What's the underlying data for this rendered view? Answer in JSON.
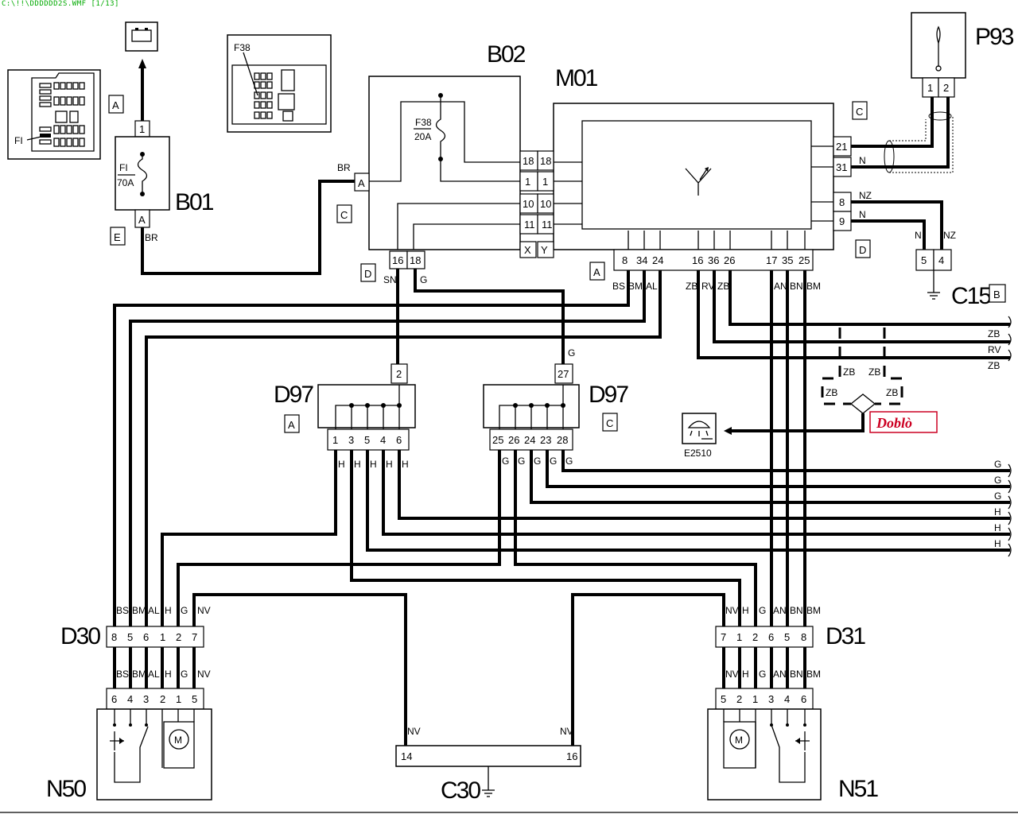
{
  "header": {
    "title": "C:\\!!\\DDDDDD2S.WMF [1/13]"
  },
  "colors": {
    "header_green": "#00aa00",
    "dobro_red": "#cc0022",
    "line": "#000000"
  },
  "icons": [
    "battery-icon",
    "horn-icon",
    "antenna-icon",
    "motor-icon",
    "switch-icon",
    "lamp-icon",
    "ground-icon",
    "fusebox-icon"
  ],
  "components": {
    "b01": {
      "code": "B01",
      "fuse_name": "FI",
      "fuse_rating": "70A",
      "pin_top": "1",
      "pin_bottom": "A"
    },
    "b02": {
      "code": "B02",
      "fuse_name": "F38",
      "fuse_rating": "20A",
      "pin_a": "A",
      "pins_right": [
        "18",
        "1",
        "10",
        "11"
      ],
      "pins_bottom": [
        "16",
        "18"
      ],
      "pin_x": "X"
    },
    "m01": {
      "code": "M01",
      "pins_left": [
        "18",
        "1",
        "10",
        "11"
      ],
      "pin_y": "Y",
      "pins_bottom": [
        "8",
        "34",
        "24",
        "16",
        "36",
        "26",
        "17",
        "35",
        "25"
      ],
      "pins_right": [
        "21",
        "31",
        "8",
        "9"
      ]
    },
    "p93": {
      "code": "P93",
      "pins": [
        "1",
        "2"
      ]
    },
    "c15": {
      "code": "C15",
      "pins": [
        "5",
        "4"
      ]
    },
    "d97a": {
      "code": "D97",
      "pin_top": "2",
      "pins": [
        "1",
        "3",
        "5",
        "4",
        "6"
      ]
    },
    "d97c": {
      "code": "D97",
      "pin_top": "27",
      "pins": [
        "25",
        "26",
        "24",
        "23",
        "28"
      ]
    },
    "d30": {
      "code": "D30",
      "pins": [
        "8",
        "5",
        "6",
        "1",
        "2",
        "7"
      ]
    },
    "d31": {
      "code": "D31",
      "pins": [
        "7",
        "1",
        "2",
        "6",
        "5",
        "8"
      ]
    },
    "n50": {
      "code": "N50",
      "pins": [
        "6",
        "4",
        "3",
        "2",
        "1",
        "5"
      ]
    },
    "n51": {
      "code": "N51",
      "pins": [
        "5",
        "2",
        "1",
        "3",
        "4",
        "6"
      ]
    },
    "c30": {
      "code": "C30",
      "pins": [
        "14",
        "16"
      ]
    },
    "e2510": {
      "code": "E2510"
    },
    "fusebox": {
      "code": "F38"
    },
    "inset": {
      "code": "FI"
    }
  },
  "letters": {
    "a": "A",
    "b": "B",
    "c": "C",
    "d": "D",
    "e": "E"
  },
  "wires": {
    "BR": "BR",
    "SN": "SN",
    "G": "G",
    "N": "N",
    "NZ": "NZ",
    "BS": "BS",
    "BM": "BM",
    "AL": "AL",
    "ZB": "ZB",
    "RV": "RV",
    "AN": "AN",
    "BN": "BN",
    "H": "H",
    "NV": "NV"
  },
  "logo": {
    "text": "Doblò"
  }
}
